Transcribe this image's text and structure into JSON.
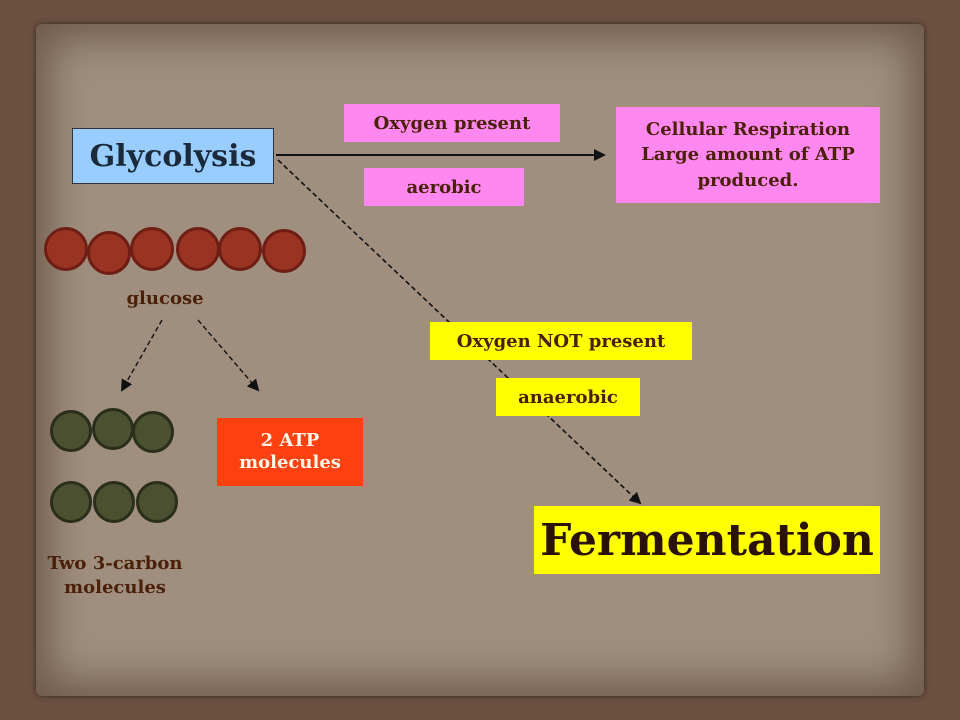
{
  "glycolysis": {
    "label": "Glycolysis"
  },
  "aerobic_path": {
    "condition": "Oxygen present",
    "type": "aerobic",
    "result_lines": [
      "Cellular Respiration",
      "Large amount of ATP",
      "produced."
    ]
  },
  "anaerobic_path": {
    "condition": "Oxygen NOT present",
    "type": "anaerobic",
    "result": "Fermentation"
  },
  "glucose": {
    "label": "glucose",
    "carbon_count": 6,
    "color": "#993322"
  },
  "products": {
    "atp_lines": [
      "2 ATP",
      "molecules"
    ],
    "pyruvate_lines": [
      "Two 3-carbon",
      "molecules"
    ],
    "pyruvate_color": "#4a5030"
  },
  "colors": {
    "pink": "#ff88f0",
    "yellow": "#ffff00",
    "blue": "#99ccff",
    "orange_red": "#ff4010",
    "board": "#a08f7f"
  }
}
